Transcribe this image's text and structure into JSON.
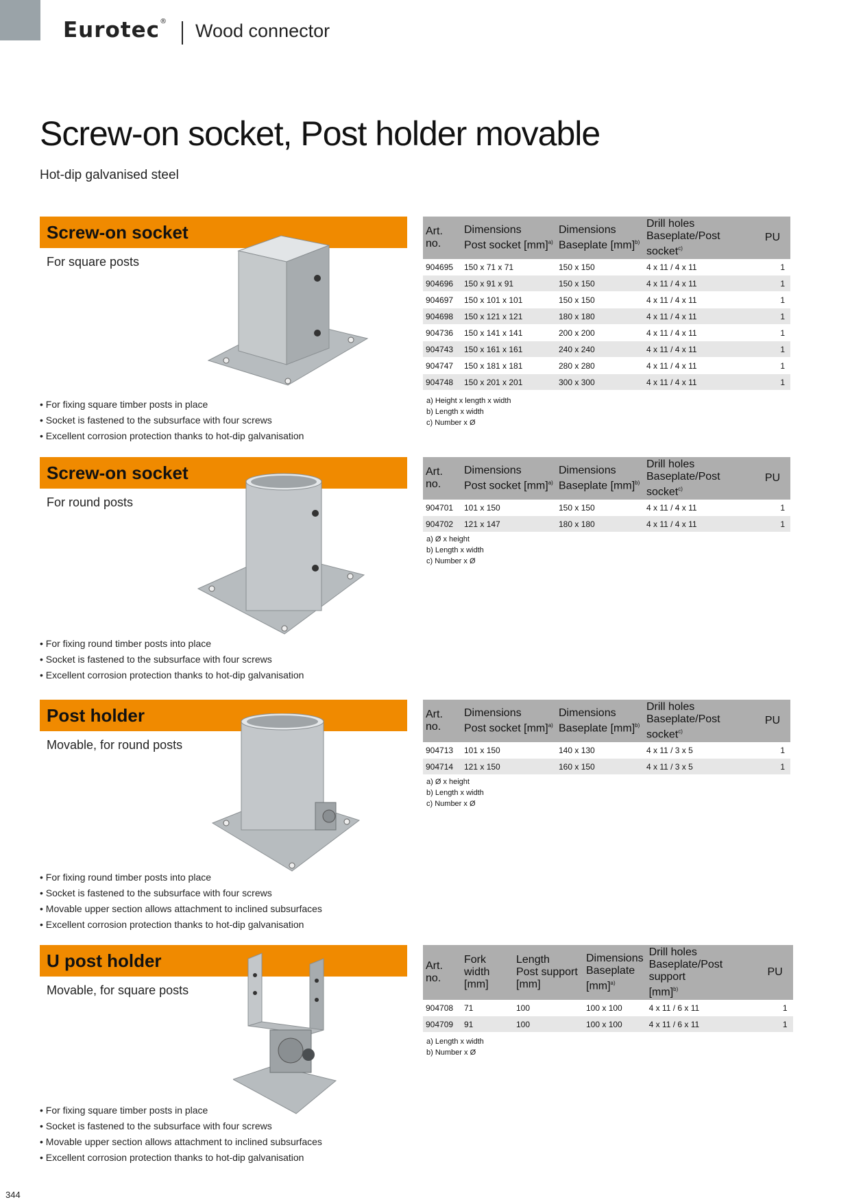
{
  "header": {
    "brand": "Eurotec",
    "registered": "®",
    "category": "Wood connector"
  },
  "page": {
    "title": "Screw-on socket, Post holder movable",
    "subtitle": "Hot-dip galvanised steel",
    "number": "344"
  },
  "colors": {
    "accent": "#f08a00",
    "table_header": "#aeaeae",
    "row_alt": "#e6e6e6",
    "corner": "#9aa3a8"
  },
  "sections": [
    {
      "title": "Screw-on socket",
      "description": "For square posts",
      "image": "square-screw-on-socket",
      "bullets": [
        "For fixing square timber posts in place",
        "Socket is fastened to the subsurface with four screws",
        "Excellent corrosion protection thanks to hot-dip galvanisation"
      ],
      "columns": [
        {
          "line1": "Art. no.",
          "line2": ""
        },
        {
          "line1": "Dimensions",
          "line2": "Post socket [mm]",
          "sup": "a)"
        },
        {
          "line1": "Dimensions",
          "line2": "Baseplate [mm]",
          "sup": "b)"
        },
        {
          "line1": "Drill holes",
          "line2": "Baseplate/Post socket",
          "sup": "c)"
        },
        {
          "line1": "PU",
          "line2": ""
        }
      ],
      "rows": [
        [
          "904695",
          "150 x 71 x 71",
          "150 x 150",
          "4 x 11 / 4 x 11",
          "1"
        ],
        [
          "904696",
          "150 x 91 x 91",
          "150 x 150",
          "4 x 11 / 4 x 11",
          "1"
        ],
        [
          "904697",
          "150 x 101 x 101",
          "150 x 150",
          "4 x 11 / 4 x 11",
          "1"
        ],
        [
          "904698",
          "150 x 121 x 121",
          "180 x 180",
          "4 x 11 / 4 x 11",
          "1"
        ],
        [
          "904736",
          "150 x 141 x 141",
          "200 x 200",
          "4 x 11 / 4 x 11",
          "1"
        ],
        [
          "904743",
          "150 x 161 x 161",
          "240 x 240",
          "4 x 11 / 4 x 11",
          "1"
        ],
        [
          "904747",
          "150 x 181 x 181",
          "280 x 280",
          "4 x 11 / 4 x 11",
          "1"
        ],
        [
          "904748",
          "150 x 201 x 201",
          "300 x 300",
          "4 x 11 / 4 x 11",
          "1"
        ]
      ],
      "notes": [
        "a) Height x length x width",
        "b) Length x width",
        "c) Number x Ø"
      ]
    },
    {
      "title": "Screw-on socket",
      "description": "For round posts",
      "image": "round-screw-on-socket",
      "bullets": [
        "For fixing round timber posts into place",
        "Socket is fastened to the subsurface with four screws",
        "Excellent corrosion protection thanks to hot-dip galvanisation"
      ],
      "columns": [
        {
          "line1": "Art. no.",
          "line2": ""
        },
        {
          "line1": "Dimensions",
          "line2": "Post socket [mm]",
          "sup": "a)"
        },
        {
          "line1": "Dimensions",
          "line2": "Baseplate [mm]",
          "sup": "b)"
        },
        {
          "line1": "Drill holes",
          "line2": "Baseplate/Post socket",
          "sup": "c)"
        },
        {
          "line1": "PU",
          "line2": ""
        }
      ],
      "rows": [
        [
          "904701",
          "101 x 150",
          "150 x 150",
          "4 x 11 / 4 x 11",
          "1"
        ],
        [
          "904702",
          "121 x 147",
          "180 x 180",
          "4 x 11 / 4 x 11",
          "1"
        ]
      ],
      "notes": [
        "a) Ø x height",
        "b) Length x width",
        "c) Number x Ø"
      ]
    },
    {
      "title": "Post holder",
      "description": "Movable, for round posts",
      "image": "movable-round-post-holder",
      "bullets": [
        "For fixing round timber posts into place",
        "Socket is fastened to the subsurface with four screws",
        "Movable upper section allows attachment to inclined subsurfaces",
        "Excellent corrosion protection thanks to hot-dip galvanisation"
      ],
      "columns": [
        {
          "line1": "Art. no.",
          "line2": ""
        },
        {
          "line1": "Dimensions",
          "line2": "Post socket [mm]",
          "sup": "a)"
        },
        {
          "line1": "Dimensions",
          "line2": "Baseplate [mm]",
          "sup": "b)"
        },
        {
          "line1": "Drill holes",
          "line2": "Baseplate/Post socket",
          "sup": "c)"
        },
        {
          "line1": "PU",
          "line2": ""
        }
      ],
      "rows": [
        [
          "904713",
          "101 x 150",
          "140 x 130",
          "4 x 11 / 3 x 5",
          "1"
        ],
        [
          "904714",
          "121 x 150",
          "160 x 150",
          "4 x 11 / 3 x 5",
          "1"
        ]
      ],
      "notes": [
        "a) Ø x height",
        "b) Length x width",
        "c) Number x Ø"
      ]
    },
    {
      "title": "U post holder",
      "description": "Movable, for square posts",
      "image": "movable-u-post-holder",
      "bullets": [
        "For fixing square timber posts in place",
        "Socket is fastened to the subsurface with four screws",
        "Movable upper section allows attachment to inclined subsurfaces",
        "Excellent corrosion protection thanks to hot-dip galvanisation"
      ],
      "columns": [
        {
          "line1": "Art. no.",
          "line2": ""
        },
        {
          "line1": "Fork width",
          "line2": "[mm]"
        },
        {
          "line1": "Length",
          "line2": "Post support",
          "line3": "[mm]"
        },
        {
          "line1": "Dimensions",
          "line2": "Baseplate",
          "line3": "[mm]",
          "sup": "a)"
        },
        {
          "line1": "Drill holes",
          "line2": "Baseplate/Post support",
          "line3": "[mm]",
          "sup": "b)"
        },
        {
          "line1": "PU",
          "line2": ""
        }
      ],
      "rows": [
        [
          "904708",
          "71",
          "100",
          "100 x 100",
          "4 x 11 / 6 x 11",
          "1"
        ],
        [
          "904709",
          "91",
          "100",
          "100 x 100",
          "4 x 11 / 6 x 11",
          "1"
        ]
      ],
      "notes": [
        "a) Length x width",
        "b) Number x Ø"
      ]
    }
  ]
}
